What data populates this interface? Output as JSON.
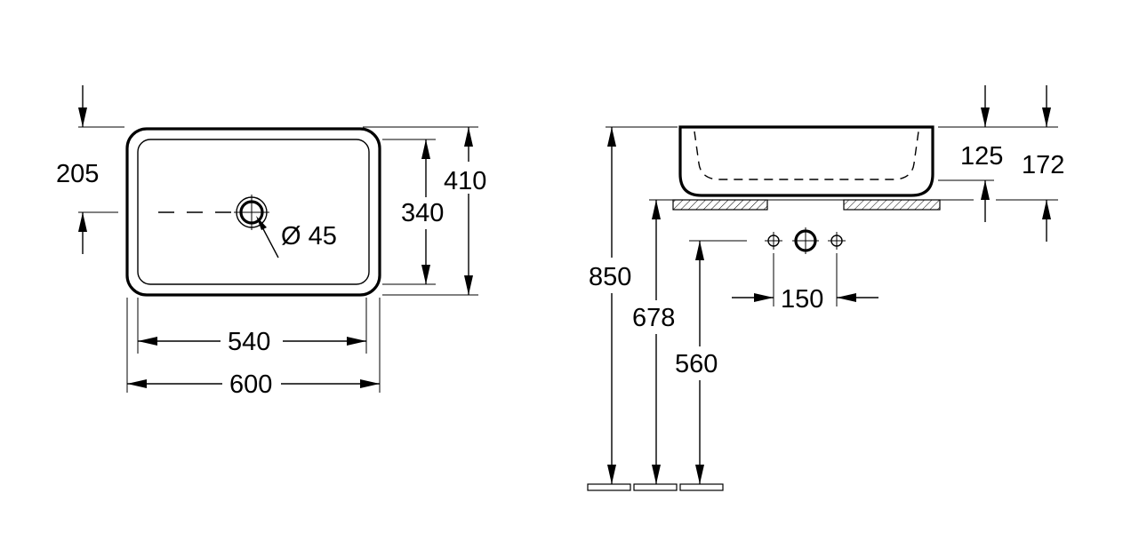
{
  "top_view": {
    "dim_offset_205": "205",
    "dim_width_410": "410",
    "dim_inner_340": "340",
    "dim_inner_540": "540",
    "dim_outer_600": "600",
    "dim_drain_diameter": "Ø 45"
  },
  "side_view": {
    "dim_height_850": "850",
    "dim_height_678": "678",
    "dim_height_560": "560",
    "dim_spacing_150": "150",
    "dim_bowl_125": "125",
    "dim_total_172": "172"
  }
}
